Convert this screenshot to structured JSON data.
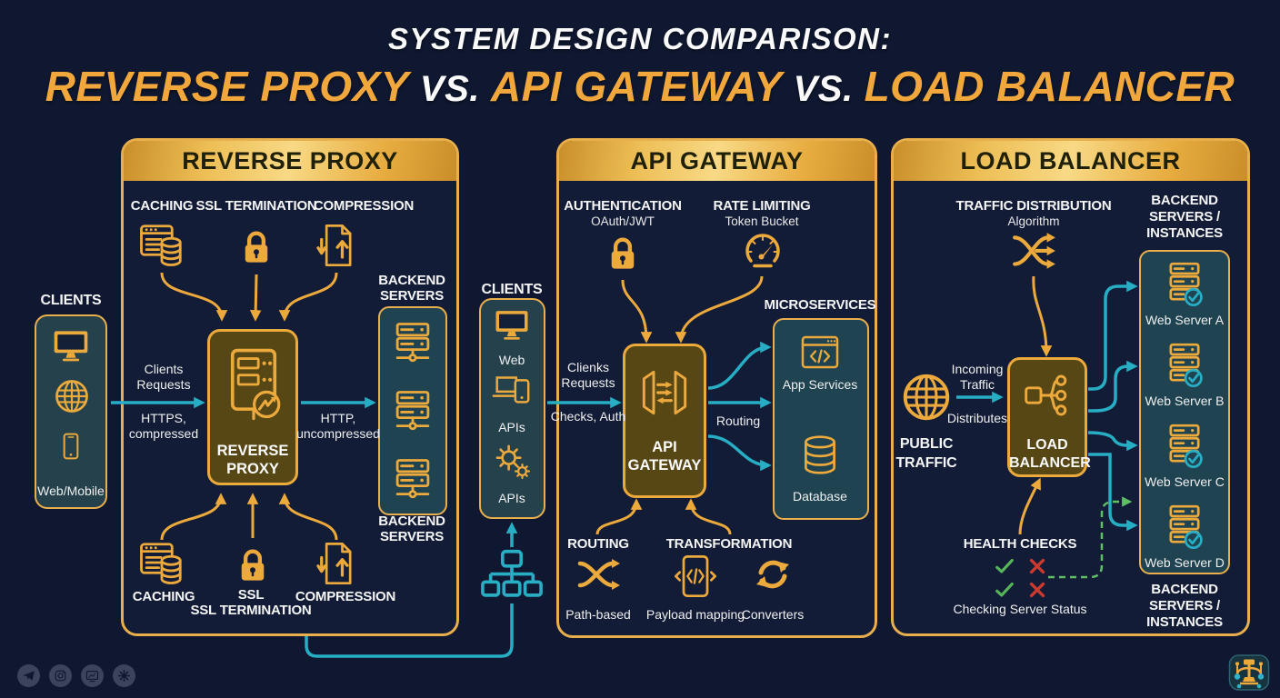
{
  "meta": {
    "bg": "#0F1830",
    "gold": "#ECA93C",
    "teal": "#27AEC4",
    "green": "#55B558",
    "red": "#CC392E",
    "navy_panel": "#121C36"
  },
  "title": {
    "line1": "SYSTEM DESIGN COMPARISON:",
    "parts": [
      "REVERSE PROXY",
      "VS.",
      "API GATEWAY",
      "VS.",
      "LOAD BALANCER"
    ]
  },
  "clients_left": {
    "label": "CLIENTS",
    "caption": "Web/Mobile",
    "icons": [
      "monitor-icon",
      "globe-icon",
      "smartphone-icon"
    ]
  },
  "clients_mid": {
    "label": "CLIENTS",
    "items": [
      "Web",
      "APIs",
      "APIs"
    ],
    "icons": [
      "monitor-icon",
      "devices-icon",
      "gears-icon"
    ]
  },
  "reverse_proxy": {
    "header": "REVERSE PROXY",
    "features_top": [
      "CACHING",
      "SSL TERMINATION",
      "COMPRESSION"
    ],
    "backend_top": "BACKEND SERVERS",
    "request_label": "Clients Requests",
    "request_sub": "HTTPS, compressed",
    "node": "REVERSE PROXY",
    "response_sub": "HTTP, uncompressed",
    "backend_bottom": "BACKEND SERVERS",
    "features_bottom": [
      "CACHING",
      "SSL",
      "SSL TERMINATION",
      "COMPRESSION"
    ]
  },
  "api_gateway": {
    "header": "API GATEWAY",
    "auth_title": "AUTHENTICATION",
    "auth_sub": "OAuth/JWT",
    "rate_title": "RATE LIMITING",
    "rate_sub": "Token Bucket",
    "micro_label": "MICROSERVICES",
    "request_label": "Clienks Requests",
    "request_sub": "Checks, Auth",
    "node": "API GATEWAY",
    "routing_flow": "Routing",
    "services": [
      "App Services",
      "Database"
    ],
    "routing_title": "ROUTING",
    "routing_caption": "Path-based",
    "transform_title": "TRANSFORMATION",
    "transform_captions": [
      "Payload mapping",
      "Converters"
    ]
  },
  "load_balancer": {
    "header": "LOAD BALANCER",
    "traffic_title": "TRAFFIC DISTRIBUTION",
    "traffic_sub": "Algorithm",
    "backend_top": "BACKEND SERVERS / INSTANCES",
    "incoming": "Incoming Traffic",
    "distributes": "Distributes",
    "public_label": "PUBLIC TRAFFIC",
    "node": "LOAD BALANCER",
    "servers": [
      "Web Server A",
      "Web Server B",
      "Web Server C",
      "Web Server D"
    ],
    "backend_bottom": "BACKEND SERVERS / INSTANCES",
    "health_title": "HEALTH CHECKS",
    "health_caption": "Checking Server Status"
  },
  "footer": {
    "social_icons": [
      "telegram-icon",
      "instagram-icon",
      "screen-icon",
      "sticker-icon"
    ],
    "logo": "balance-logo"
  }
}
